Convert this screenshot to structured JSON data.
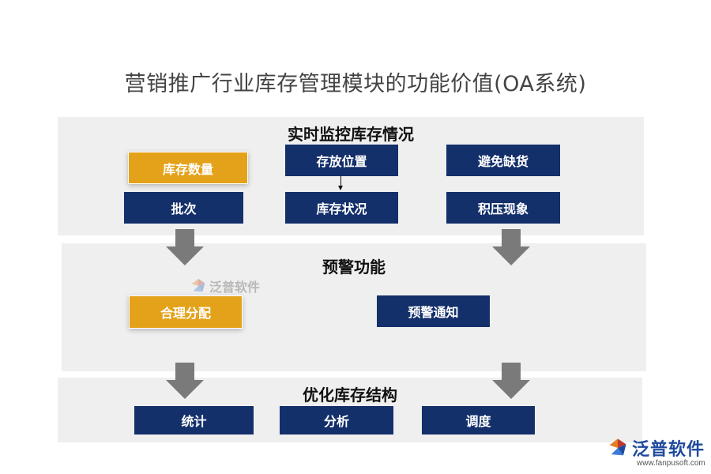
{
  "title": "营销推广行业库存管理模块的功能价值(OA系统)",
  "sections": {
    "monitor": {
      "title": "实时监控库存情况",
      "items": {
        "quantity": "库存数量",
        "batch": "批次",
        "location": "存放位置",
        "status": "库存状况",
        "avoid_shortage": "避免缺货",
        "overstock": "积压现象"
      }
    },
    "warning": {
      "title": "预警功能",
      "items": {
        "allocation": "合理分配",
        "notice": "预警通知"
      }
    },
    "optimize": {
      "title": "优化库存结构",
      "items": {
        "statistics": "统计",
        "analysis": "分析",
        "scheduling": "调度"
      }
    }
  },
  "watermark": {
    "text": "泛普软件"
  },
  "brand": {
    "name": "泛普软件",
    "url": "www.fanpusoft.com"
  },
  "colors": {
    "navy": "#14306b",
    "gold": "#e3a21a",
    "panel": "#efefef",
    "arrow": "#7a7a7a"
  }
}
